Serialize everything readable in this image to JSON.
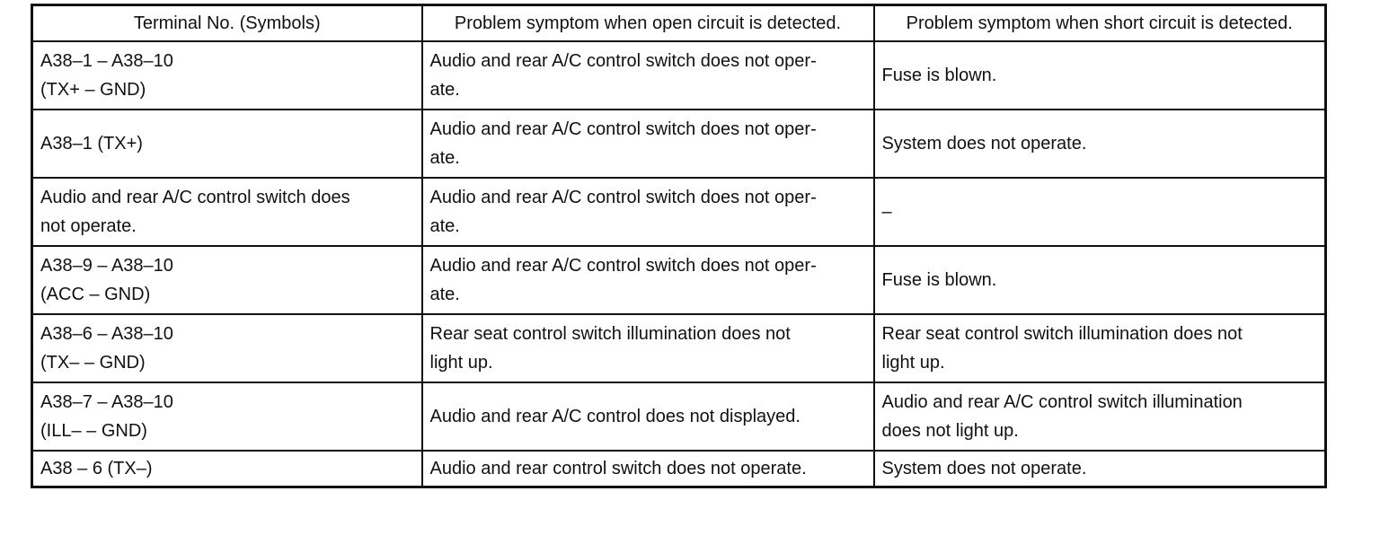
{
  "table": {
    "headers": [
      "Terminal No. (Symbols)",
      "Problem symptom when open circuit is detected.",
      "Problem symptom when short circuit is detected."
    ],
    "rows": [
      {
        "terminal": [
          "A38–1 – A38–10",
          "(TX+ – GND)"
        ],
        "open": [
          "Audio and rear A/C control switch does not oper-",
          "ate."
        ],
        "short": [
          "Fuse is blown."
        ]
      },
      {
        "terminal": [
          "A38–1 (TX+)"
        ],
        "open": [
          "Audio and rear A/C control switch does not oper-",
          "ate."
        ],
        "short": [
          "System does not operate."
        ]
      },
      {
        "terminal": [
          "Audio and rear A/C control switch does",
          "not operate."
        ],
        "open": [
          "Audio and rear A/C control switch does not oper-",
          "ate."
        ],
        "short": [
          "–"
        ]
      },
      {
        "terminal": [
          "A38–9 – A38–10",
          "(ACC – GND)"
        ],
        "open": [
          "Audio and rear A/C control switch does not oper-",
          "ate."
        ],
        "short": [
          "Fuse is blown."
        ]
      },
      {
        "terminal": [
          "A38–6 – A38–10",
          "(TX– – GND)"
        ],
        "open": [
          "Rear seat control switch illumination does not",
          "light up."
        ],
        "short": [
          "Rear seat control switch illumination does not",
          "light up."
        ]
      },
      {
        "terminal": [
          "A38–7 – A38–10",
          "(ILL– – GND)"
        ],
        "open": [
          "Audio and rear A/C control does not displayed."
        ],
        "short": [
          "Audio and rear A/C control switch illumination",
          "does not light up."
        ]
      },
      {
        "terminal": [
          "A38 – 6 (TX–)"
        ],
        "open": [
          "Audio and rear control switch does not operate."
        ],
        "short": [
          "System does not operate."
        ]
      }
    ]
  }
}
